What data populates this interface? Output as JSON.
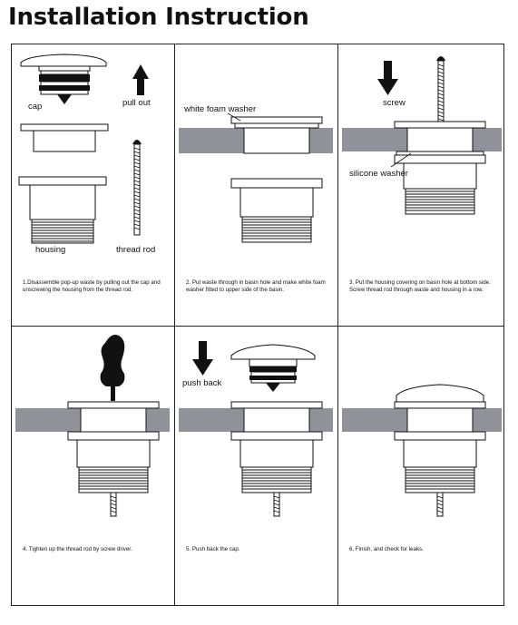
{
  "page": {
    "title": "Installation Instruction"
  },
  "colors": {
    "basin": "#8f9399",
    "ink": "#111111",
    "part_fill": "#ffffff"
  },
  "steps": [
    {
      "caption": "1.Disassemble pop-up waste by pulling out the cap and unscrewing the housing from the thread rod.",
      "labels": {
        "cap": "cap",
        "pull_out": "pull out",
        "housing": "housing",
        "thread_rod": "thread rod"
      }
    },
    {
      "caption": "2. Put waste through in basin hole and make white foam washer fitted to upper side of the basin.",
      "labels": {
        "white_foam_washer": "white foam washer"
      }
    },
    {
      "caption": "3. Put the housing covering on basin hole at bottom side. Screw thread rod through waste and housing in a row.",
      "labels": {
        "screw": "screw",
        "silicone_washer": "silicone washer"
      }
    },
    {
      "caption": "4. Tighten up the thread rod by screw driver.",
      "labels": {}
    },
    {
      "caption": "5. Push back the cap.",
      "labels": {
        "push_back": "push back"
      }
    },
    {
      "caption": "6. Finish, and check for leaks.",
      "labels": {}
    }
  ]
}
